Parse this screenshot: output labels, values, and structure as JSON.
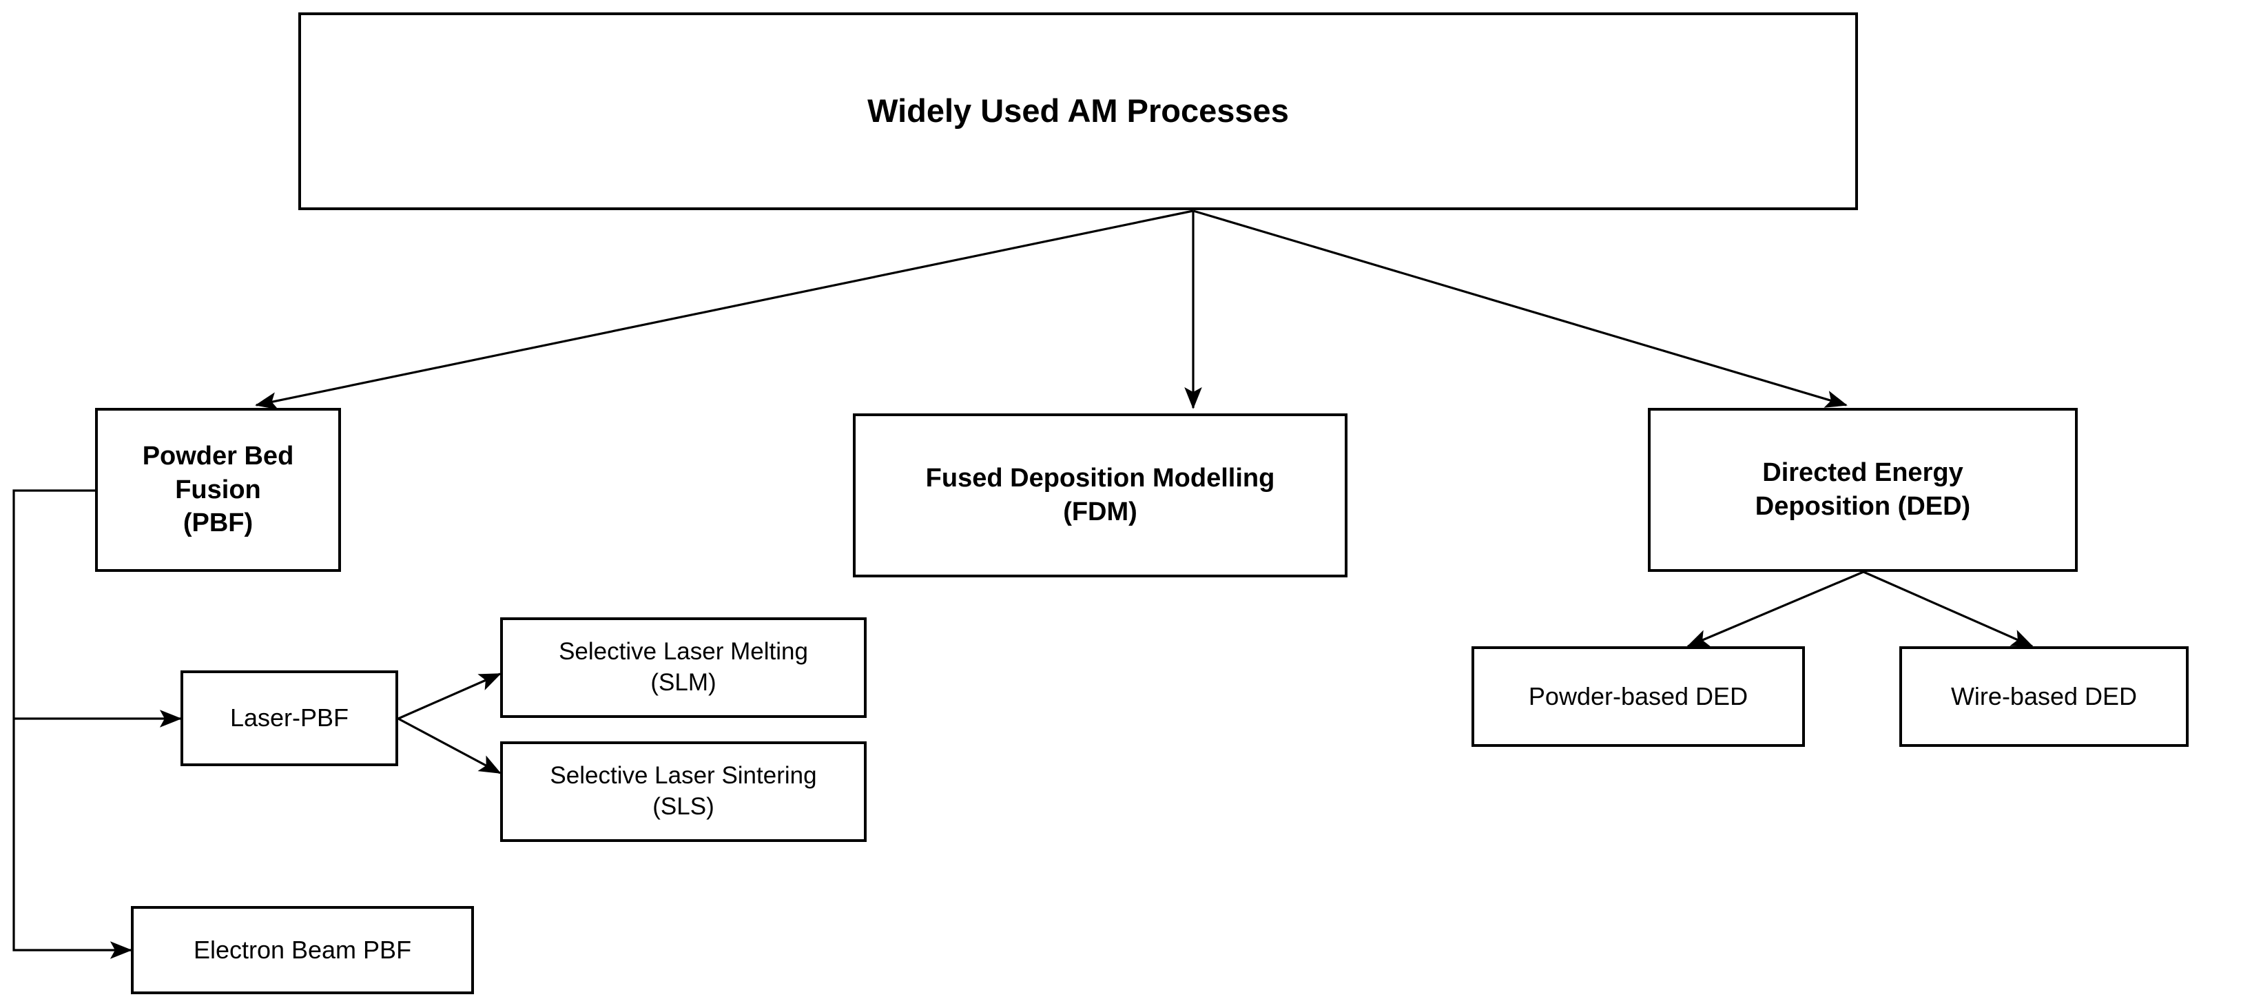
{
  "diagram": {
    "title": "Widely Used AM Processes",
    "type": "hierarchy-flowchart",
    "root": {
      "id": "root",
      "label": "Widely Used AM Processes",
      "bold": true
    },
    "level2": [
      {
        "id": "pbf",
        "label": "Powder Bed Fusion\n(PBF)",
        "bold": true
      },
      {
        "id": "fdm",
        "label": "Fused Deposition Modelling\n(FDM)",
        "bold": true
      },
      {
        "id": "ded",
        "label": "Directed Energy\nDeposition (DED)",
        "bold": true
      }
    ],
    "level3": [
      {
        "id": "laser-pbf",
        "label": "Laser-PBF",
        "parent": "pbf",
        "bold": false
      },
      {
        "id": "electron-beam-pbf",
        "label": "Electron Beam PBF",
        "parent": "pbf",
        "bold": false
      },
      {
        "id": "powder-based-ded",
        "label": "Powder-based DED",
        "parent": "ded",
        "bold": false
      },
      {
        "id": "wire-based-ded",
        "label": "Wire-based DED",
        "parent": "ded",
        "bold": false
      }
    ],
    "level4": [
      {
        "id": "slm",
        "label": "Selective Laser Melting\n(SLM)",
        "parent": "laser-pbf",
        "bold": false
      },
      {
        "id": "sls",
        "label": "Selective Laser Sintering\n(SLS)",
        "parent": "laser-pbf",
        "bold": false
      }
    ],
    "edges": [
      {
        "from": "root",
        "to": "pbf",
        "style": "arrow-diagonal"
      },
      {
        "from": "root",
        "to": "fdm",
        "style": "arrow-vertical"
      },
      {
        "from": "root",
        "to": "ded",
        "style": "arrow-diagonal"
      },
      {
        "from": "pbf",
        "to": "laser-pbf",
        "style": "arrow-elbow-left"
      },
      {
        "from": "pbf",
        "to": "electron-beam-pbf",
        "style": "arrow-elbow-left"
      },
      {
        "from": "laser-pbf",
        "to": "slm",
        "style": "arrow-diagonal"
      },
      {
        "from": "laser-pbf",
        "to": "sls",
        "style": "arrow-diagonal"
      },
      {
        "from": "ded",
        "to": "powder-based-ded",
        "style": "arrow-diagonal"
      },
      {
        "from": "ded",
        "to": "wire-based-ded",
        "style": "arrow-diagonal"
      }
    ]
  },
  "style": {
    "background": "#ffffff",
    "line_color": "#000000",
    "box_border": "#000000",
    "box_fill": "#ffffff",
    "text_color": "#000000"
  }
}
